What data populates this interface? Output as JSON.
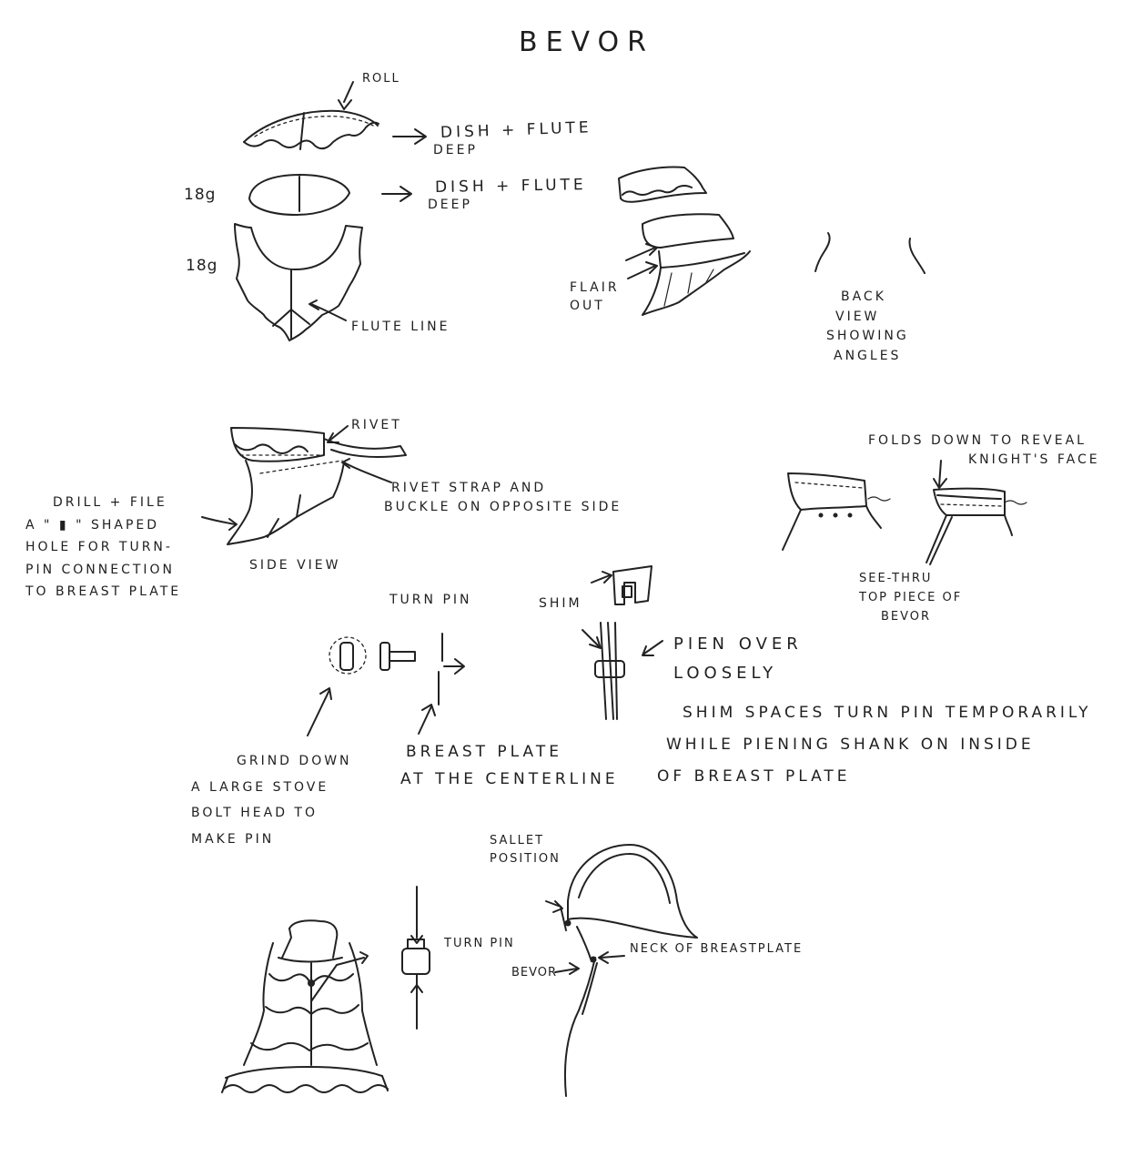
{
  "title": "BEVOR",
  "top_section": {
    "roll_label": "ROLL",
    "dish_flute_1": "DISH + FLUTE",
    "deep_1": "DEEP",
    "gauge_top": "18g",
    "dish_flute_2": "DISH + FLUTE",
    "deep_2": "DEEP",
    "gauge_bottom": "18g",
    "flute_line": "FLUTE LINE",
    "flair_out": [
      "FLAIR",
      "OUT"
    ],
    "back_view": [
      "BACK",
      "VIEW",
      "SHOWING",
      "ANGLES"
    ]
  },
  "middle_section": {
    "rivet": "RIVET",
    "rivet_strap": [
      "RIVET STRAP AND",
      "BUCKLE ON OPPOSITE SIDE"
    ],
    "drill_file": [
      "DRILL + FILE",
      "A \" ▮ \" SHAPED",
      "HOLE FOR TURN-",
      "PIN CONNECTION",
      "TO BREAST PLATE"
    ],
    "side_view": "SIDE VIEW",
    "folds_down": [
      "FOLDS DOWN TO REVEAL",
      "KNIGHT'S FACE"
    ],
    "see_thru": [
      "SEE-THRU",
      "TOP PIECE OF",
      "BEVOR"
    ]
  },
  "pin_section": {
    "turn_pin": "TURN PIN",
    "shim": "SHIM",
    "pien_over": [
      "PIEN OVER",
      "LOOSELY"
    ],
    "shim_note": [
      "SHIM SPACES TURN PIN TEMPORARILY",
      "WHILE PIENING SHANK ON INSIDE",
      "OF BREAST PLATE"
    ],
    "grind_down": [
      "GRIND DOWN",
      "A LARGE STOVE",
      "BOLT HEAD TO",
      "MAKE PIN"
    ],
    "breast_plate": [
      "BREAST PLATE",
      "AT THE CENTERLINE"
    ]
  },
  "bottom_section": {
    "turn_pin": "TURN PIN",
    "sallet_position": [
      "SALLET",
      "POSITION"
    ],
    "bevor": "BEVOR",
    "neck_of_breastplate": "NECK OF BREASTPLATE"
  }
}
